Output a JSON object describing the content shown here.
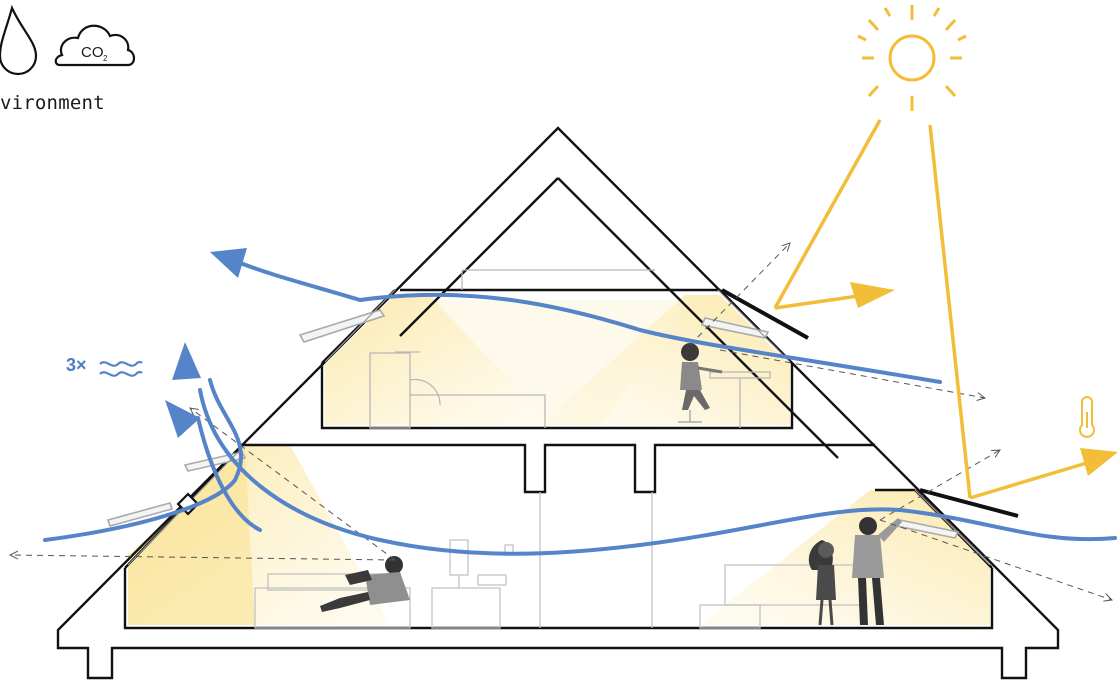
{
  "legend": {
    "environment_label": "vironment",
    "co2_text": "CO",
    "co2_subscript": "2",
    "icons": [
      "water-drop-icon",
      "co2-cloud-icon"
    ]
  },
  "airflow": {
    "label": "3×",
    "icon": "air-waves-icon"
  },
  "icons": [
    "sun-icon",
    "thermometer-icon"
  ],
  "colors": {
    "outline": "#111111",
    "airflow": "#5585c8",
    "sunlight": "#f2bd37",
    "light_fill": "#fbe7a4",
    "arrow_dashed": "#555555"
  }
}
